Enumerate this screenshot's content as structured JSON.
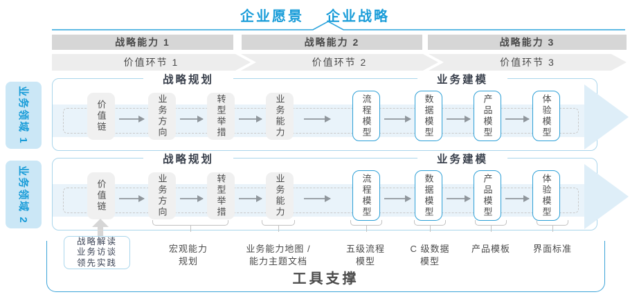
{
  "header": {
    "vision_label": "企业愿景",
    "strategy_label": "企业战略",
    "capability_bars": [
      "战略能力 1",
      "战略能力 2",
      "战略能力 3"
    ],
    "value_links": [
      "价值环节 1",
      "价值环节 2",
      "价值环节 3"
    ]
  },
  "sidebar": {
    "domains": [
      "业务领域 1",
      "业务领域 2"
    ]
  },
  "panel": {
    "planning_title": "战略规划",
    "modeling_title": "业务建模",
    "strategy_boxes": [
      "价值链",
      "业务方向",
      "转型举措",
      "业务能力"
    ],
    "model_boxes": [
      "流程模型",
      "数据模型",
      "产品模型",
      "体验模型"
    ]
  },
  "annotations": {
    "practice_note": [
      "战略解读",
      "业务访谈",
      "领先实践"
    ],
    "items": [
      {
        "lines": [
          "宏观能力",
          "规划"
        ]
      },
      {
        "lines": [
          "业务能力地图 /",
          "能力主题文档"
        ]
      },
      {
        "lines": [
          "五级流程",
          "模型"
        ]
      },
      {
        "lines": [
          "C 级数据",
          "模型"
        ]
      },
      {
        "lines": [
          "产品模板"
        ]
      },
      {
        "lines": [
          "界面标准"
        ]
      }
    ]
  },
  "footer": {
    "title": "工具支撑"
  },
  "colors": {
    "accent_blue": "#1A9DD9",
    "panel_border": "#A9D5EB",
    "box_border_blue": "#2C9FD6",
    "container_border": "#3BA3D8",
    "domain_fill": "#CBE7F6",
    "shaft_fill": "#E9F3FA",
    "arrowhead_fill": "#DEEEF8",
    "bar_gray": "#D6D6D6",
    "chevron_gray": "#EDEDED",
    "box_gray": "#F0F0F0",
    "text_dark": "#4A4A4A",
    "title_navy": "#39404C"
  }
}
